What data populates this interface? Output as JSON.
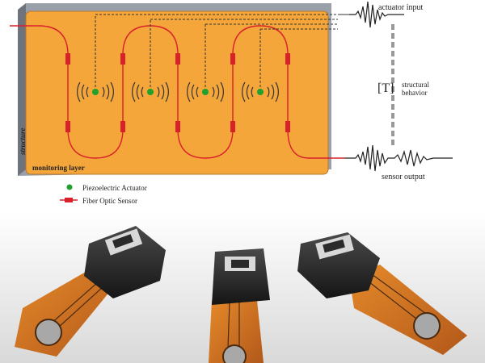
{
  "diagram": {
    "actuator_input": "actuator input",
    "structural_behavior_symbol": "[T]",
    "structural_behavior_line1": "structural",
    "structural_behavior_line2": "behavior",
    "sensor_output": "sensor output",
    "structure_label": "structure",
    "monitoring_layer": "monitoring layer",
    "legend": [
      {
        "label": "Piezoelectric Actuator",
        "color": "#22a02c"
      },
      {
        "label": "Fiber Optic Sensor",
        "color": "#d8212a"
      }
    ]
  },
  "colors": {
    "plate": "#f4a63a",
    "fiber": "#d8212a",
    "actuator": "#22a02c",
    "plate_edge": "#8a8f99"
  },
  "photo": {
    "sensor_patch_count": 3
  }
}
